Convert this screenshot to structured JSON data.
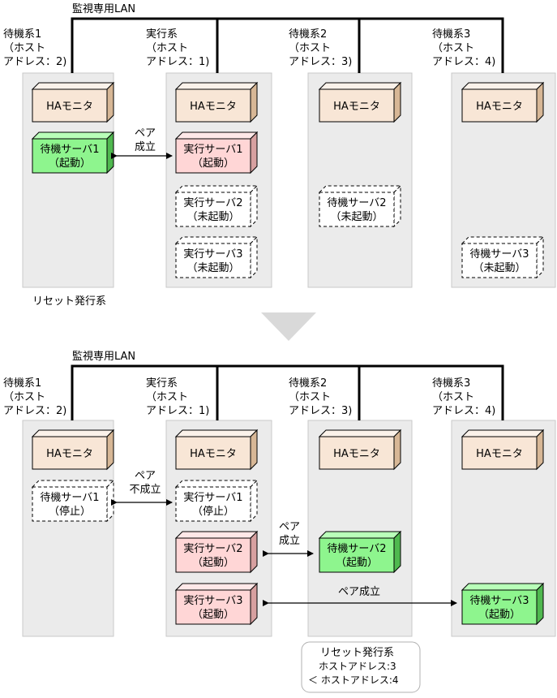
{
  "colors": {
    "panel": "#ebebeb",
    "monitor_front": "#f8e6d6",
    "monitor_top": "#fbf2ea",
    "monitor_side": "#d7b796",
    "active_front": "#ffd6d6",
    "active_top": "#ffe8e8",
    "active_side": "#d7a0a0",
    "standby_front": "#8ef58e",
    "standby_top": "#b9ffb9",
    "standby_side": "#4fb84f"
  },
  "top": {
    "lan_label": "監視専用LAN",
    "hosts": [
      {
        "l1": "待機系1",
        "l2": "（ホスト",
        "l3": "アドレス：2)"
      },
      {
        "l1": "実行系",
        "l2": "（ホスト",
        "l3": "アドレス：1)"
      },
      {
        "l1": "待機系2",
        "l2": "（ホスト",
        "l3": "アドレス：3)"
      },
      {
        "l1": "待機系3",
        "l2": "（ホスト",
        "l3": "アドレス：4)"
      }
    ],
    "monitor_label": "HAモニタ",
    "servers": [
      {
        "l1": "待機サーバ1",
        "l2": "（起動）"
      },
      {
        "l1": "実行サーバ1",
        "l2": "（起動）"
      },
      {
        "l1": "実行サーバ2",
        "l2": "（未起動）"
      },
      {
        "l1": "実行サーバ3",
        "l2": "（未起動）"
      },
      {
        "l1": "待機サーバ2",
        "l2": "（未起動）"
      },
      {
        "l1": "待機サーバ3",
        "l2": "（未起動）"
      }
    ],
    "pair": {
      "l1": "ペア",
      "l2": "成立"
    },
    "reset_label": "リセット発行系"
  },
  "bottom": {
    "lan_label": "監視専用LAN",
    "hosts": [
      {
        "l1": "待機系1",
        "l2": "（ホスト",
        "l3": "アドレス：2)"
      },
      {
        "l1": "実行系",
        "l2": "（ホスト",
        "l3": "アドレス：1)"
      },
      {
        "l1": "待機系2",
        "l2": "（ホスト",
        "l3": "アドレス：3)"
      },
      {
        "l1": "待機系3",
        "l2": "（ホスト",
        "l3": "アドレス：4)"
      }
    ],
    "monitor_label": "HAモニタ",
    "servers": [
      {
        "l1": "待機サーバ1",
        "l2": "（停止）"
      },
      {
        "l1": "実行サーバ1",
        "l2": "（停止）"
      },
      {
        "l1": "実行サーバ2",
        "l2": "（起動）"
      },
      {
        "l1": "実行サーバ3",
        "l2": "（起動）"
      },
      {
        "l1": "待機サーバ2",
        "l2": "（起動）"
      },
      {
        "l1": "待機サーバ3",
        "l2": "（起動）"
      }
    ],
    "pair_fail": {
      "l1": "ペア",
      "l2": "不成立"
    },
    "pair_ok": {
      "l1": "ペア",
      "l2": "成立"
    },
    "pair_long": "ペア成立",
    "note": {
      "l1": "リセット発行系",
      "l2": "ホストアドレス:3",
      "l3": "＜ ホストアドレス:4"
    }
  }
}
